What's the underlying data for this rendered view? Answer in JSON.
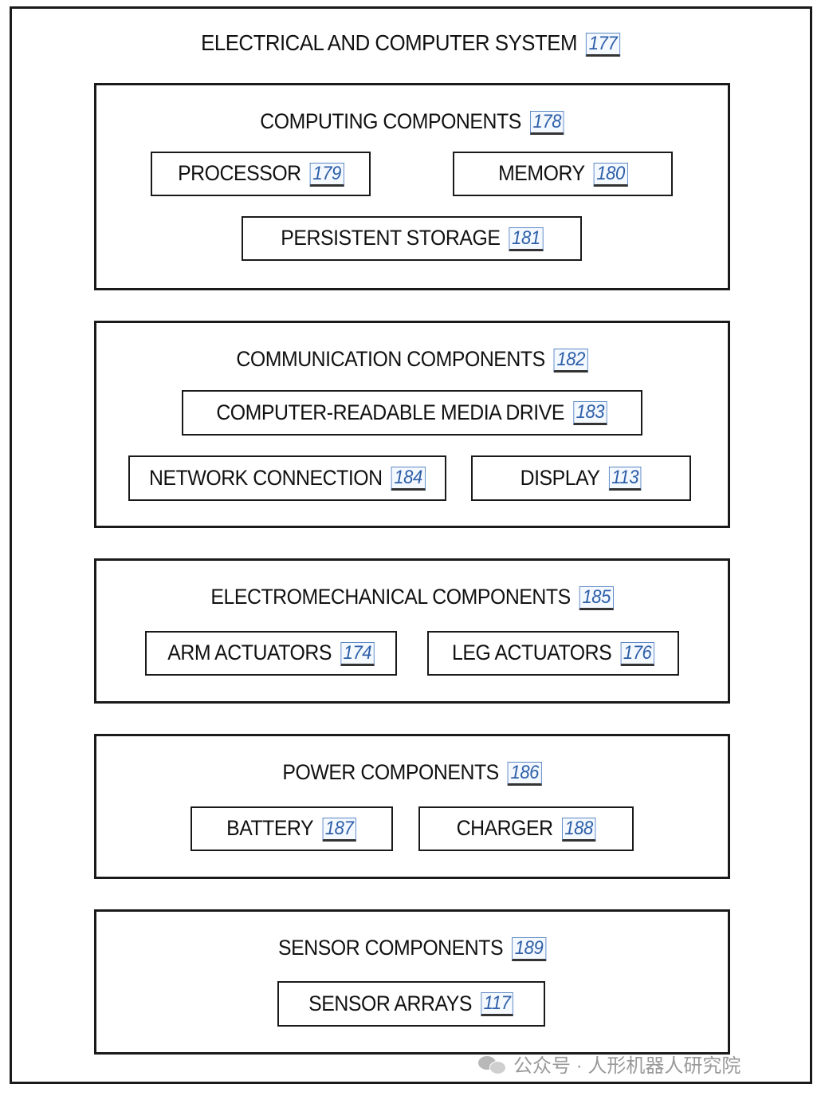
{
  "system": {
    "label": "ELECTRICAL AND COMPUTER SYSTEM",
    "ref": "177"
  },
  "groups": [
    {
      "label": "COMPUTING COMPONENTS",
      "ref": "178",
      "items": [
        {
          "label": "PROCESSOR",
          "ref": "179"
        },
        {
          "label": "MEMORY",
          "ref": "180"
        },
        {
          "label": "PERSISTENT STORAGE",
          "ref": "181"
        }
      ]
    },
    {
      "label": "COMMUNICATION COMPONENTS",
      "ref": "182",
      "items": [
        {
          "label": "COMPUTER-READABLE MEDIA DRIVE",
          "ref": "183"
        },
        {
          "label": "NETWORK CONNECTION",
          "ref": "184"
        },
        {
          "label": "DISPLAY",
          "ref": "113"
        }
      ]
    },
    {
      "label": "ELECTROMECHANICAL COMPONENTS",
      "ref": "185",
      "items": [
        {
          "label": "ARM ACTUATORS",
          "ref": "174"
        },
        {
          "label": "LEG ACTUATORS",
          "ref": "176"
        }
      ]
    },
    {
      "label": "POWER COMPONENTS",
      "ref": "186",
      "items": [
        {
          "label": "BATTERY",
          "ref": "187"
        },
        {
          "label": "CHARGER",
          "ref": "188"
        }
      ]
    },
    {
      "label": "SENSOR COMPONENTS",
      "ref": "189",
      "items": [
        {
          "label": "SENSOR ARRAYS",
          "ref": "117"
        }
      ]
    }
  ],
  "watermark": {
    "text": "公众号 · 人形机器人研究院",
    "icon": "wechat-icon"
  }
}
